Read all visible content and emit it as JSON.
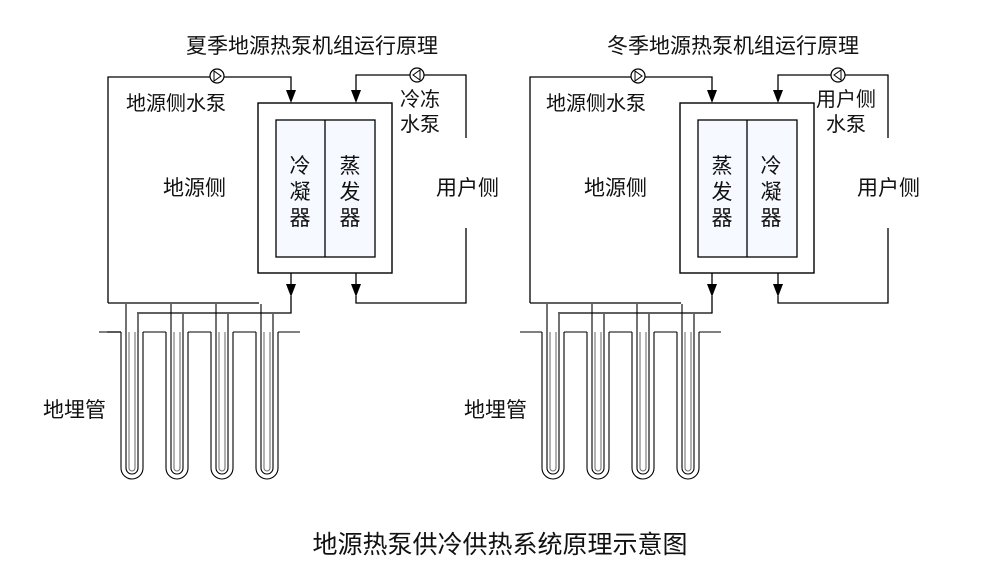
{
  "caption": "地源热泵供冷供热系统原理示意图",
  "colors": {
    "line": "#000000",
    "exchanger_fill": "#f6f9ff",
    "background": "#ffffff"
  },
  "diagrams": [
    {
      "id": "summer",
      "title": "夏季地源热泵机组运行原理",
      "ground_pump_label": "地源侧水泵",
      "user_pump_label_line1": "冷冻",
      "user_pump_label_line2": "水泵",
      "ground_side_label": "地源侧",
      "user_side_label": "用户侧",
      "left_exchanger": [
        "冷",
        "凝",
        "器"
      ],
      "right_exchanger": [
        "蒸",
        "发",
        "器"
      ],
      "buried_pipe_label": "地埋管",
      "ground_pump_icon": "pump-right-icon",
      "user_pump_icon": "pump-left-icon",
      "borehole_count": 4
    },
    {
      "id": "winter",
      "title": "冬季地源热泵机组运行原理",
      "ground_pump_label": "地源侧水泵",
      "user_pump_label_line1": "用户侧",
      "user_pump_label_line2": "水泵",
      "ground_side_label": "地源侧",
      "user_side_label": "用户侧",
      "left_exchanger": [
        "蒸",
        "发",
        "器"
      ],
      "right_exchanger": [
        "冷",
        "凝",
        "器"
      ],
      "buried_pipe_label": "地埋管",
      "ground_pump_icon": "pump-right-icon",
      "user_pump_icon": "pump-left-icon",
      "borehole_count": 4
    }
  ]
}
